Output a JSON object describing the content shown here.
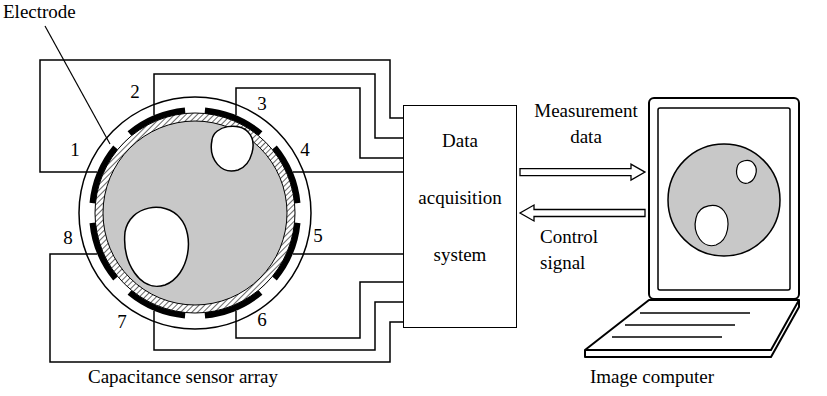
{
  "diagram": {
    "nodes": [
      {
        "text": [
          "Data acquisition system"
        ]
      },
      {
        "text": [
          "Image computer"
        ]
      }
    ],
    "edges": [
      {
        "from": 0,
        "to": 1,
        "arrow": "to",
        "label": "Measurement data"
      },
      {
        "from": 1,
        "to": 0,
        "arrow": "to",
        "label": "Control signal"
      }
    ],
    "labels": [
      "Electrode",
      "1",
      "2",
      "3",
      "4",
      "5",
      "6",
      "7",
      "8",
      "Capacitance sensor array"
    ]
  }
}
